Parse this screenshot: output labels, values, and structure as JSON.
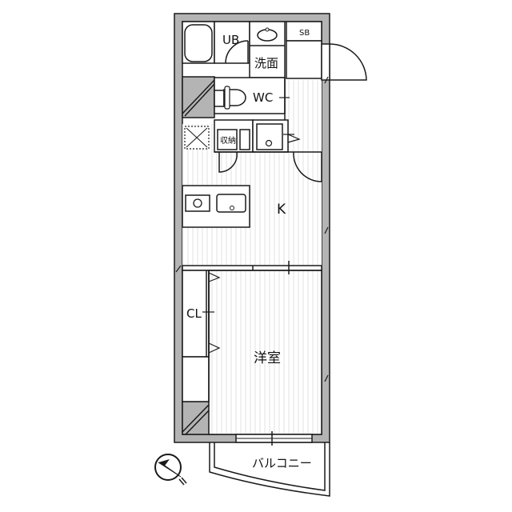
{
  "floor_plan": {
    "type": "apartment-floor-plan",
    "rooms": [
      {
        "id": "ub",
        "label": "UB"
      },
      {
        "id": "washroom",
        "label": "洗面"
      },
      {
        "id": "shoebox",
        "label": "SB"
      },
      {
        "id": "wc",
        "label": "WC"
      },
      {
        "id": "storage",
        "label": "収納"
      },
      {
        "id": "kitchen",
        "label": "K"
      },
      {
        "id": "closet",
        "label": "CL"
      },
      {
        "id": "western_room",
        "label": "洋室"
      },
      {
        "id": "balcony",
        "label": "バルコニー"
      }
    ],
    "compass": {
      "icon": "north-arrow-icon"
    },
    "colors": {
      "wall": "#b4b4b4",
      "line": "#1a1a1a",
      "floor_stripe": "#e2e2e2",
      "background": "#ffffff"
    }
  }
}
